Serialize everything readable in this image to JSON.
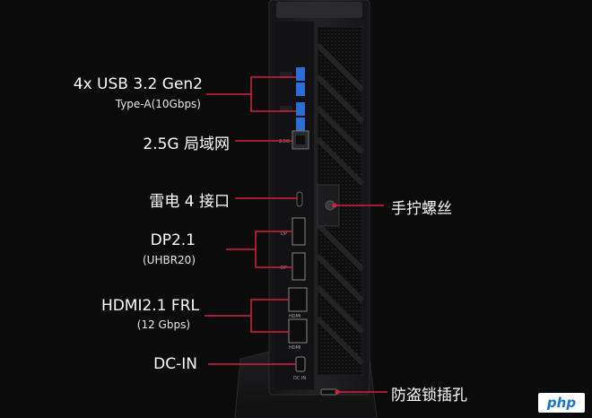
{
  "labels": {
    "usb": {
      "main": "4x USB 3.2 Gen2",
      "sub": "Type-A(10Gbps)"
    },
    "lan": {
      "main": "2.5G 局域网"
    },
    "thunderbolt": {
      "main": "雷电 4 接口"
    },
    "screw": {
      "main": "手拧螺丝"
    },
    "dp": {
      "main": "DP2.1",
      "sub": "(UHBR20)"
    },
    "hdmi": {
      "main": "HDMI2.1 FRL",
      "sub": "(12 Gbps)"
    },
    "dcin": {
      "main": "DC-IN"
    },
    "lock": {
      "main": "防盗锁插孔"
    }
  },
  "port_text": {
    "hdmi_logo": "HDMI",
    "dp_mark": "DP",
    "dc_mark": "DC IN",
    "lan_mark": "2.5G"
  },
  "watermark": "php",
  "colors": {
    "background": "#0b0b0c",
    "callout_line": "#d8203a",
    "device_body": "#1a1a1c",
    "usb_blue": "#2a6fd6"
  }
}
